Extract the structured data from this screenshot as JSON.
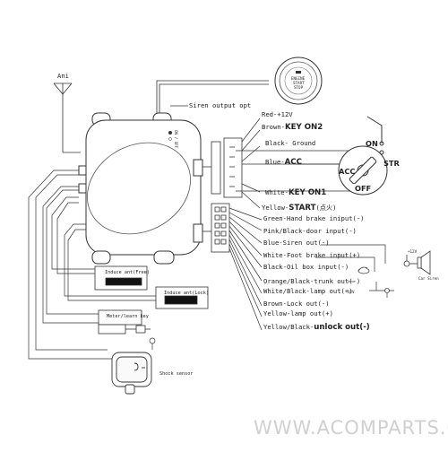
{
  "antenna": {
    "label": "Ani"
  },
  "siren_output": {
    "label": "Siren output opt"
  },
  "start_button": {
    "line1": "ENGINE",
    "line2": "START",
    "line3": "STOP"
  },
  "connector1": {
    "wires": [
      {
        "prefix": "Red-",
        "strong": "",
        "suffix": "+12V"
      },
      {
        "prefix": "Brown-",
        "strong": "KEY ON2",
        "suffix": ""
      },
      {
        "prefix": "Black- Ground",
        "strong": "",
        "suffix": ""
      },
      {
        "prefix": "Blue-",
        "strong": "ACC",
        "suffix": ""
      },
      {
        "prefix": "White-",
        "strong": "KEY ON1",
        "suffix": ""
      },
      {
        "prefix": "Yellow-",
        "strong": "START",
        "suffix": "(点火)"
      }
    ]
  },
  "connector2": {
    "wires": [
      {
        "prefix": "Green-Hand brake iniput(-)",
        "strong": ""
      },
      {
        "prefix": "Pink/Black-door input(-)",
        "strong": ""
      },
      {
        "prefix": "Blue-Siren out(-)",
        "strong": ""
      },
      {
        "prefix": "White-Foot brake input(+)",
        "strong": ""
      },
      {
        "prefix": "Black-Oil box input(-)",
        "strong": ""
      },
      {
        "prefix": "Orange/Black-trunk out(-)",
        "strong": ""
      },
      {
        "prefix": "White/Black-lamp out(+)",
        "strong": ""
      },
      {
        "prefix": "Brown-Lock out(-)",
        "strong": ""
      },
      {
        "prefix": "Yellow-lamp out(+)",
        "strong": ""
      },
      {
        "prefix": "Yellow/Black-",
        "strong": "unlock out(-)"
      }
    ]
  },
  "ignition_switch": {
    "on": "ON",
    "acc": "ACC",
    "str": "STR",
    "off": "OFF"
  },
  "car_siren": {
    "label": "Car Siren",
    "voltage": "+12V"
  },
  "lamp": {
    "voltage": "12V"
  },
  "induce1": {
    "label": "Induce ant(Free)"
  },
  "induce2": {
    "label": "Induce ant(Lock)"
  },
  "meter": {
    "label": "Meter/learn key"
  },
  "shock": {
    "label": "Shock sensor"
  },
  "module_switch": {
    "text": "ON / OFF"
  },
  "watermark": "WWW.ACOMPARTS.COM"
}
